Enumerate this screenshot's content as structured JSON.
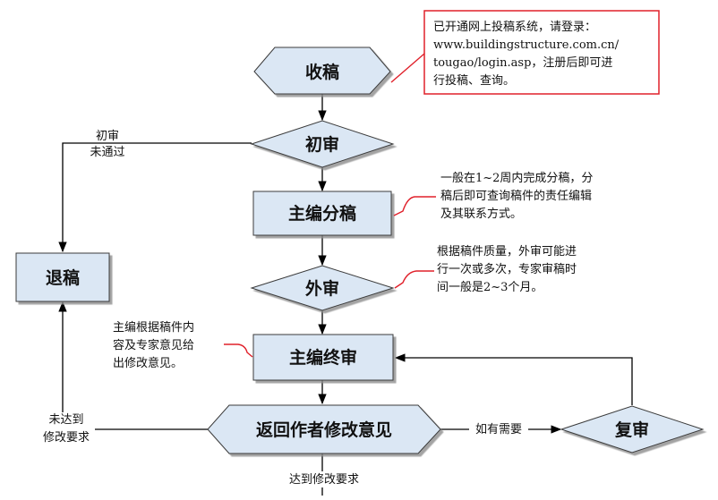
{
  "diagram": {
    "nodes": {
      "receive": "收稿",
      "initial_review": "初审",
      "assign": "主编分稿",
      "external_review": "外审",
      "final_review": "主编终审",
      "return_to_author": "返回作者修改意见",
      "re_review": "复审",
      "reject": "退稿"
    },
    "edge_labels": {
      "initial_fail_line1": "初审",
      "initial_fail_line2": "未通过",
      "not_meet_line1": "未达到",
      "not_meet_line2": "修改要求",
      "if_needed": "如有需要",
      "meets": "达到修改要求"
    },
    "notes": {
      "login_line1": "已开通网上投稿系统，请登录：",
      "login_line2": "www.buildingstructure.com.cn/",
      "login_line3": "tougao/login.asp，注册后即可进",
      "login_line4": "行投稿、查询。",
      "assign_line1": "一般在1~2周内完成分稿，分",
      "assign_line2": "稿后即可查询稿件的责任编辑",
      "assign_line3": "及其联系方式。",
      "external_line1": "根据稿件质量，外审可能进",
      "external_line2": "行一次或多次，专家审稿时",
      "external_line3": "间一般是2~3个月。",
      "final_line1": "主编根据稿件内",
      "final_line2": "容及专家意见给",
      "final_line3": "出修改意见。"
    },
    "colors": {
      "fill": "#dbe7f4",
      "stroke": "#3a3a3a",
      "callout": "#e0202a",
      "arrow": "#000000"
    }
  }
}
